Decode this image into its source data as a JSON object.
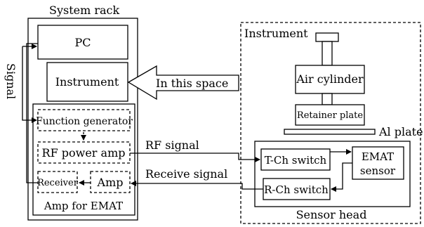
{
  "labels": {
    "system_rack": "System rack",
    "signal": "Signal",
    "pc": "PC",
    "instrument": "Instrument",
    "in_this_space": "In this space",
    "function_generator": "Function generator",
    "rf_power_amp": "RF power amp",
    "receiver": "Receiver",
    "amp": "Amp",
    "amp_for_emat": "Amp for EMAT",
    "rf_signal": "RF signal",
    "receive_signal": "Receive signal",
    "instrument_area": "Instrument",
    "air_cylinder": "Air cylinder",
    "retainer_plate": "Retainer plate",
    "al_plate": "Al plate",
    "t_ch_switch": "T-Ch switch",
    "r_ch_switch": "R-Ch switch",
    "emat_sensor_line1": "EMAT",
    "emat_sensor_line2": "sensor",
    "sensor_head": "Sensor head"
  }
}
